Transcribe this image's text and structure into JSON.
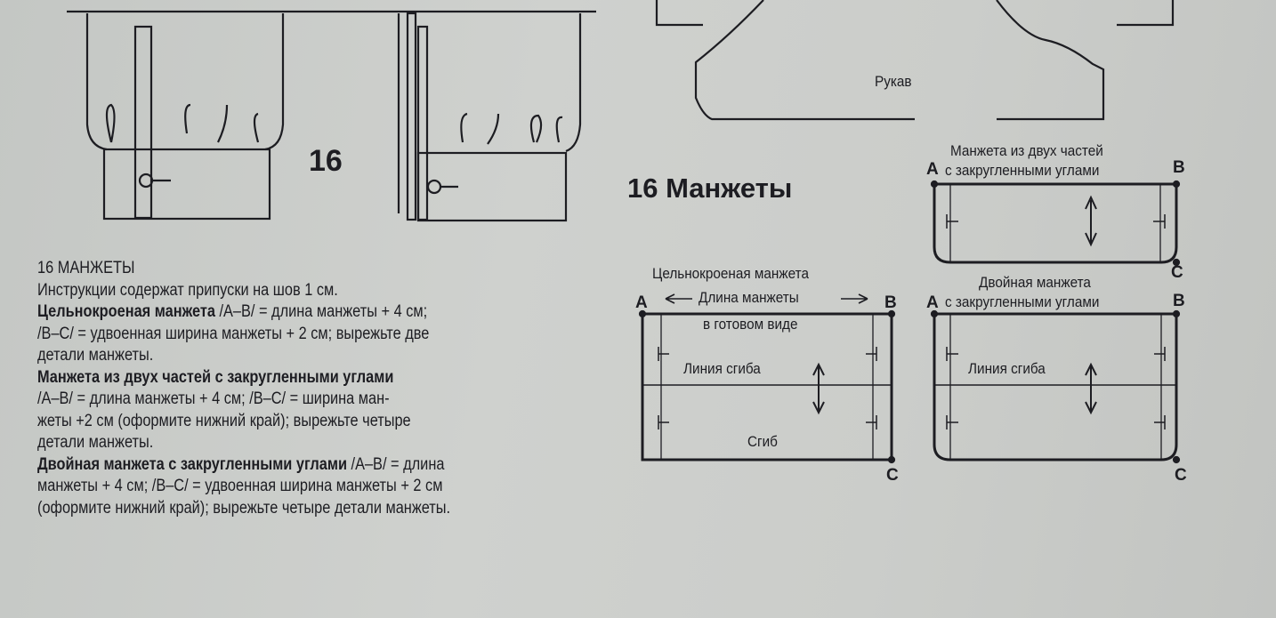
{
  "figure_number": "16",
  "sleeve_label": "Рукав",
  "section_heading": "16 Манжеты",
  "diagrams": {
    "two_piece": {
      "title_line1": "Манжета из двух частей",
      "title_line2": "с закругленными углами",
      "point_a": "A",
      "point_b": "B",
      "point_c": "C"
    },
    "one_piece": {
      "title": "Цельнокроеная манжета",
      "length_label": "Длина манжеты",
      "finished_label": "в готовом виде",
      "fold_line": "Линия сгиба",
      "fold": "Сгиб",
      "point_a": "A",
      "point_b": "B",
      "point_c": "C"
    },
    "double": {
      "title_line1": "Двойная манжета",
      "title_line2": "с закругленными углами",
      "fold_line": "Линия сгиба",
      "point_a": "A",
      "point_b": "B",
      "point_c": "C"
    }
  },
  "instructions": {
    "heading": "16 МАНЖЕТЫ",
    "intro": "Инструкции содержат припуски на шов 1 см.",
    "p1_bold": "Цельнокроеная манжета",
    "p1_line1": " /A–B/ = длина манжеты + 4 см;",
    "p1_line2": "/B–C/ = удвоенная ширина манжеты + 2 см; вырежьте две",
    "p1_line3": "детали манжеты.",
    "p2_bold": "Манжета из двух частей с закругленными углами",
    "p2_line1": "/A–B/ = длина манжеты + 4 см; /B–C/ = ширина ман-",
    "p2_line2": "жеты +2 см (оформите нижний край); вырежьте четыре",
    "p2_line3": "детали манжеты.",
    "p3_bold": "Двойная манжета с закругленными углами",
    "p3_line1": " /A–B/ = длина",
    "p3_line2": "манжеты + 4 см; /B–C/ = удвоенная ширина манжеты + 2 см",
    "p3_line3": "(оформите нижний край); вырежьте четыре детали манжеты."
  }
}
